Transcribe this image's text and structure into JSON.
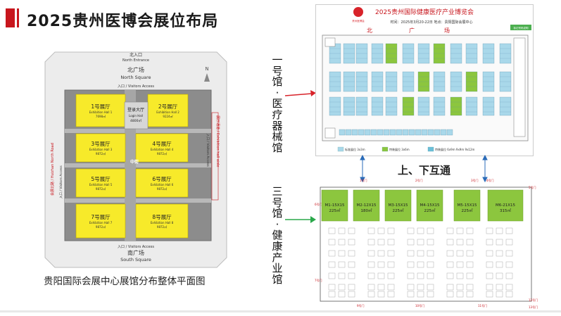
{
  "title": "2025贵州医博会展位布局",
  "left_map": {
    "caption": "贵阳国际会展中心展馆分布整体平面图",
    "north_entrance_cn": "北入口",
    "north_entrance_en": "North Entrance",
    "north_square_cn": "北广场",
    "north_square_en": "North Square",
    "south_square_cn": "南广场",
    "south_square_en": "South Square",
    "visitors_access_top": "入口 / Visitors Access",
    "visitors_access_bottom": "入口 / Visitors Access",
    "visitors_access_left": "入口 / Visitors Access",
    "visitors_access_right": "入口 / Visitors Access",
    "road_left": "会展北路 / Huizhan North Road",
    "hall_aisle_right": "展厅通道 / Exhibition hall aisle",
    "center_street": "中街",
    "north_arrow": "N",
    "logo_hall_cn": "登录大厅",
    "logo_hall_en": "Login Hall",
    "logo_hall_area": "4800㎡",
    "halls": [
      {
        "name": "1号展厅",
        "en": "Exhibition Hall 1",
        "area": "7698㎡"
      },
      {
        "name": "2号展厅",
        "en": "Exhibition Hall 2",
        "area": "9224㎡"
      },
      {
        "name": "3号展厅",
        "en": "Exhibition Hall 3",
        "area": "9872㎡"
      },
      {
        "name": "4号展厅",
        "en": "Exhibition Hall 4",
        "area": "9872㎡"
      },
      {
        "name": "5号展厅",
        "en": "Exhibition Hall 5",
        "area": "9872㎡"
      },
      {
        "name": "6号展厅",
        "en": "Exhibition Hall 6",
        "area": "9872㎡"
      },
      {
        "name": "7号展厅",
        "en": "Exhibition Hall 7",
        "area": "9872㎡"
      },
      {
        "name": "8号展厅",
        "en": "Exhibition Hall 8",
        "area": "9872㎡"
      }
    ]
  },
  "hall1": {
    "label_cn": "一号馆·医疗器械馆",
    "header_title": "2025贵州国际健康医疗产业博览会",
    "header_sub": "时间：2025年3月20-22日    地点：贵阳国际会展中心",
    "logo_text": "贵州医博会",
    "north_label": "北",
    "square_label": "广",
    "square_label2": "场",
    "legend": [
      "标准展位 3x3m",
      "特装展位 3x6m",
      "特装展位 6x9m  9x9m  9x12m"
    ],
    "corner_badge": "标记号码说明"
  },
  "hall3": {
    "label_cn": "三号馆·健康产业馆",
    "big_booths": [
      {
        "id": "M1-15X15",
        "area": "225㎡"
      },
      {
        "id": "M2-12X15",
        "area": "180㎡"
      },
      {
        "id": "M3-15X15",
        "area": "225㎡"
      },
      {
        "id": "M4-15X15",
        "area": "225㎡"
      },
      {
        "id": "M5-15X15",
        "area": "225㎡"
      },
      {
        "id": "M6-21X15",
        "area": "315㎡"
      }
    ],
    "gates": [
      "1号门",
      "2号门",
      "3号门",
      "4号门",
      "5号门",
      "6号门",
      "7号门",
      "8号门",
      "9号门",
      "10号门",
      "11号门",
      "12号门",
      "13号门"
    ]
  },
  "middle": {
    "updown": "上、下互通"
  },
  "colors": {
    "accent": "#c8161d",
    "hall_yellow": "#f7ea2a",
    "booth_green": "#8cc63e",
    "booth_blue": "#a9d8ea"
  }
}
